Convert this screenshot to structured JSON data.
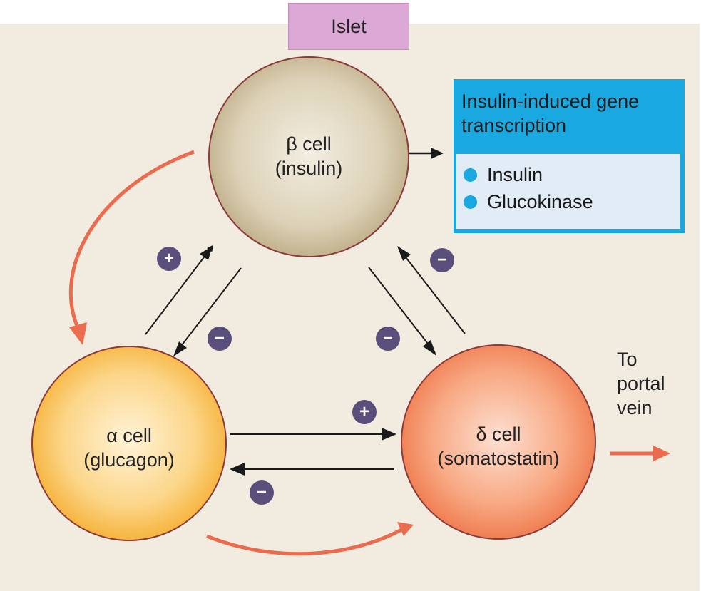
{
  "title": "Islet",
  "cells": {
    "beta": {
      "line1": "β cell",
      "line2": "(insulin)"
    },
    "alpha": {
      "line1": "α cell",
      "line2": "(glucagon)"
    },
    "delta": {
      "line1": "δ cell",
      "line2": "(somatostatin)"
    }
  },
  "info_box": {
    "title": "Insulin-induced gene transcription",
    "items": [
      "Insulin",
      "Glucokinase"
    ]
  },
  "portal_label": {
    "line1": "To",
    "line2": "portal",
    "line3": "vein"
  },
  "signs": {
    "alpha_to_beta": "+",
    "beta_to_alpha": "−",
    "beta_to_delta": "−",
    "delta_to_beta": "−",
    "alpha_to_delta": "+",
    "delta_to_alpha": "−"
  },
  "colors": {
    "background": "#f1ebe0",
    "title_box": "#dca9d6",
    "beta_cell": "#cdbf9e",
    "alpha_cell": "#f9c45e",
    "delta_cell": "#f5926a",
    "cell_border": "#8b3a3a",
    "curved_arrow": "#ea6b4d",
    "info_box": "#1aa8e0",
    "info_list": "#e2ecf6",
    "sign_badge": "#5a4f7a"
  }
}
